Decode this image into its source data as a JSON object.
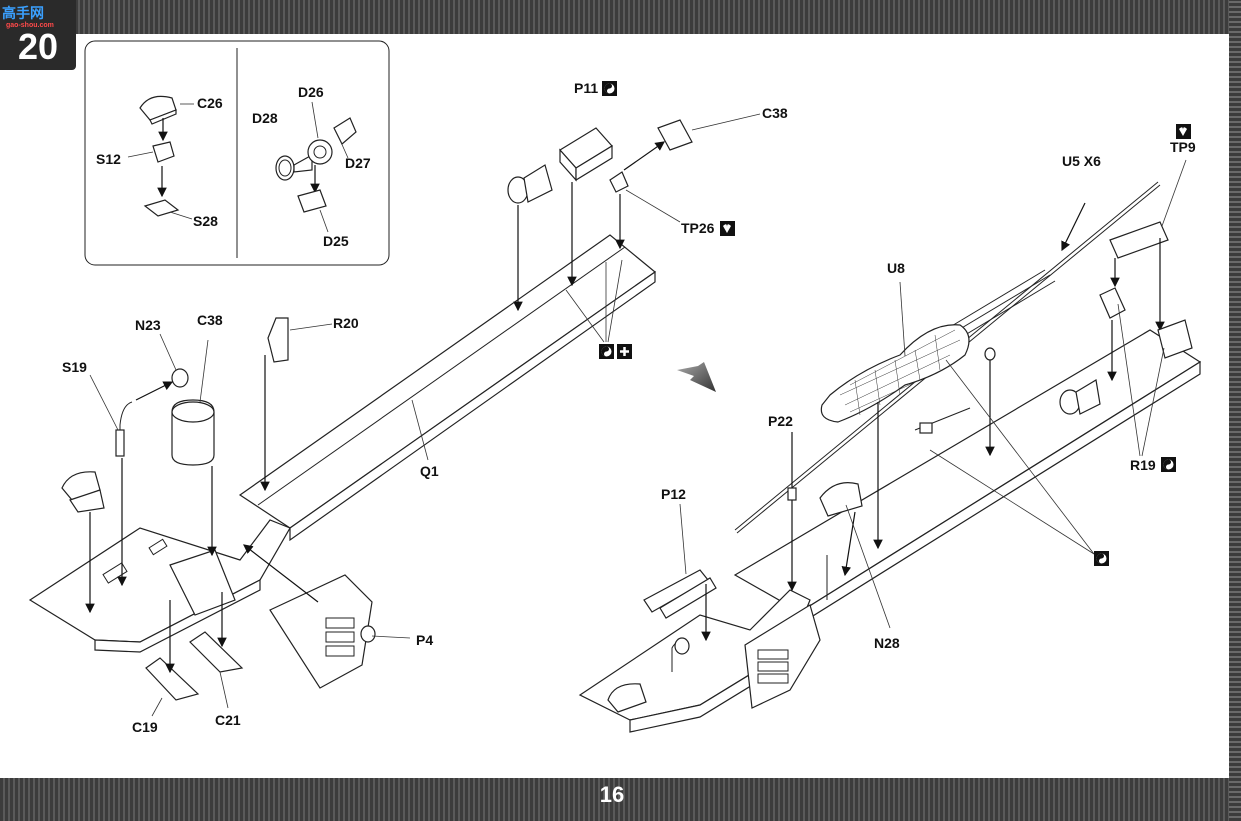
{
  "header": {
    "step_number": "20",
    "watermark": "高手网",
    "watermark_url": "gao-shou.com"
  },
  "footer": {
    "page_number": "16"
  },
  "inset": {
    "left_labels": {
      "c26": "C26",
      "s12": "S12",
      "s28": "S28"
    },
    "right_labels": {
      "d26": "D26",
      "d28": "D28",
      "d27": "D27",
      "d25": "D25"
    }
  },
  "left_assembly": {
    "labels": {
      "p11": "P11",
      "c38_top": "C38",
      "tp26": "TP26",
      "n23": "N23",
      "c38": "C38",
      "r20": "R20",
      "s19": "S19",
      "q1": "Q1",
      "p4": "P4",
      "c19": "C19",
      "c21": "C21"
    }
  },
  "right_assembly": {
    "labels": {
      "tp9": "TP9",
      "u5x6": "U5 X6",
      "u8": "U8",
      "p22": "P22",
      "p12": "P12",
      "r19": "R19",
      "n28": "N28"
    }
  },
  "icons": [
    "glue-symbol-icon",
    "optional-symbol-icon",
    "photo-etch-symbol-icon"
  ]
}
